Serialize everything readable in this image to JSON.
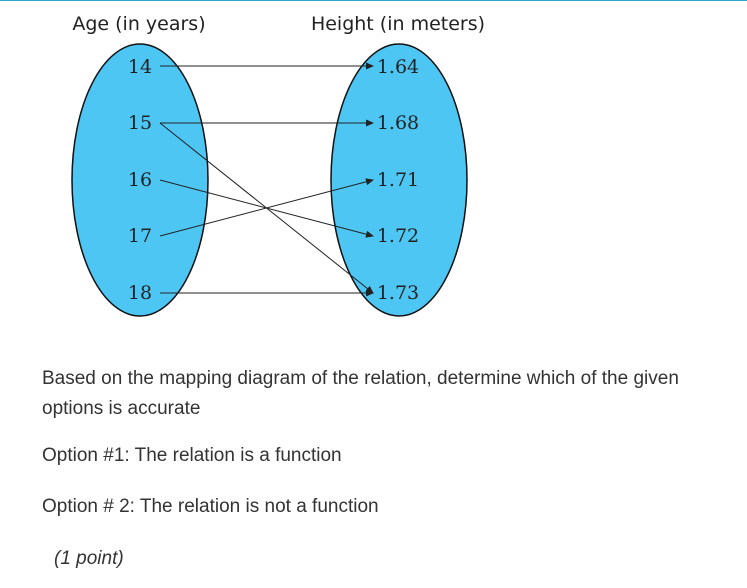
{
  "diagram": {
    "domain_label": "Age (in years)",
    "range_label": "Height (in meters)",
    "domain": [
      "14",
      "15",
      "16",
      "17",
      "18"
    ],
    "range": [
      "1.64",
      "1.68",
      "1.71",
      "1.72",
      "1.73"
    ],
    "mappings": [
      {
        "from": "14",
        "to": "1.64"
      },
      {
        "from": "15",
        "to": "1.68"
      },
      {
        "from": "15",
        "to": "1.73"
      },
      {
        "from": "16",
        "to": "1.72"
      },
      {
        "from": "17",
        "to": "1.71"
      },
      {
        "from": "18",
        "to": "1.73"
      }
    ],
    "oval_color": "#4dc6f4"
  },
  "question": {
    "text": "Based on the mapping diagram of the relation, determine which of the given options is accurate",
    "option1": "Option #1: The relation is a function",
    "option2": "Option # 2: The relation is not a function",
    "points": "(1 point)"
  }
}
